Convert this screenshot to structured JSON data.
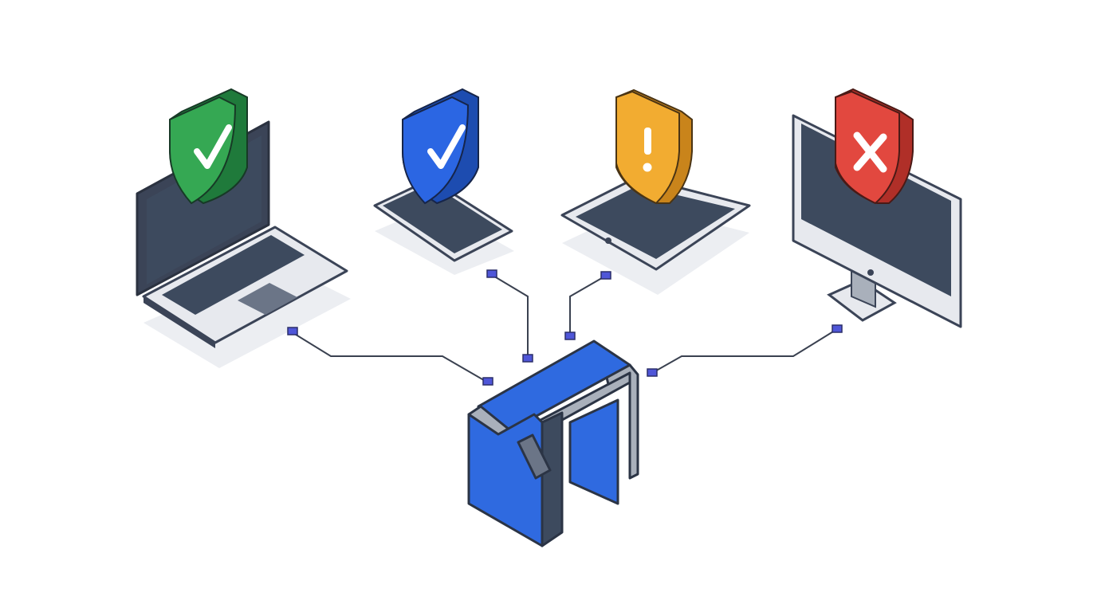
{
  "colors": {
    "background": "#ffffff",
    "device_frame": "#3b4457",
    "device_screen": "#3d4a5e",
    "device_body": "#e7e9ee",
    "shadow": "#e9ebef",
    "connector": "#3a4150",
    "node": "#4f56d8",
    "gate_blue": "#2f6ae0",
    "gate_dark": "#2b3445",
    "gate_gray": "#a9b0bb"
  },
  "devices": [
    {
      "type": "laptop",
      "status_icon": "check-icon",
      "shield_color": "#35a853"
    },
    {
      "type": "smartphone",
      "status_icon": "check-icon",
      "shield_color": "#2b66e3"
    },
    {
      "type": "tablet",
      "status_icon": "exclamation-icon",
      "shield_color": "#f2ac31"
    },
    {
      "type": "desktop-monitor",
      "status_icon": "x-icon",
      "shield_color": "#e2483f"
    }
  ],
  "gateway": {
    "type": "security-gate"
  }
}
